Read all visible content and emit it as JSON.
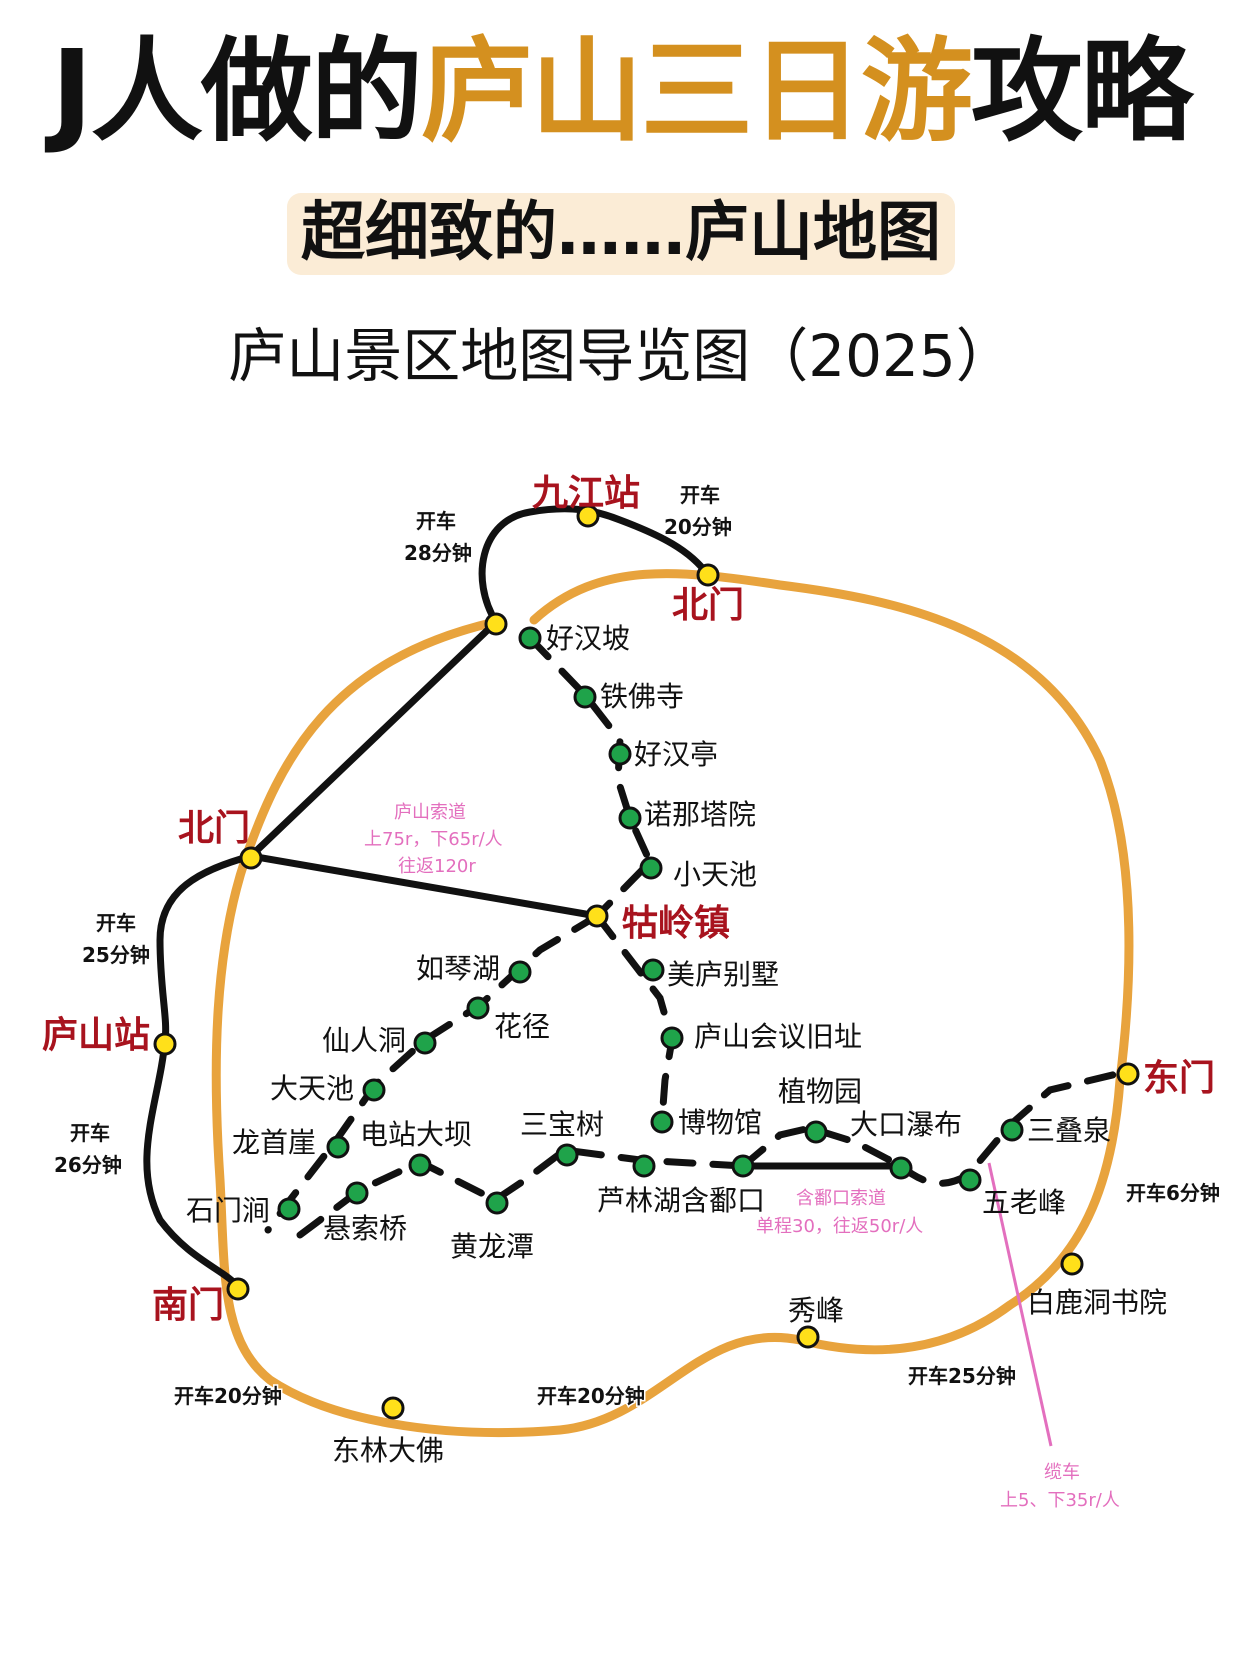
{
  "title": {
    "part1": "J人做的",
    "highlight": "庐山三日游",
    "part2": "攻略"
  },
  "subtitle": "超细致的……庐山地图",
  "heading": "庐山景区地图导览图（2025）",
  "colors": {
    "ring_road": "#e8a33d",
    "route": "#111111",
    "stop": "#1fa34a",
    "gate_node": "#ffe01a",
    "gate_text": "#a8131e",
    "cable": "#e36fbe"
  },
  "gates": {
    "jiujiang_station": "九江站",
    "north_gate_top": "北门",
    "north_gate_left": "北门",
    "lushan_station": "庐山站",
    "south_gate": "南门",
    "east_gate": "东门",
    "guling_town": "牯岭镇"
  },
  "spots": {
    "haohanpo": "好汉坡",
    "tiefosi": "铁佛寺",
    "haohanting": "好汉亭",
    "nuonatayuan": "诺那塔院",
    "xiaotianchi": "小天池",
    "meilu_villa": "美庐别墅",
    "conference_site": "庐山会议旧址",
    "museum": "博物馆",
    "botanical_garden": "植物园",
    "dakou_waterfall": "大口瀑布",
    "sandiequan": "三叠泉",
    "wulaofeng": "五老峰",
    "luquin_lake": "芦林湖含鄱口",
    "sanbaoshu": "三宝树",
    "huanglongtan": "黄龙潭",
    "xuansuoqiao": "悬索桥",
    "dianzhan_daba": "电站大坝",
    "shimenjian": "石门涧",
    "longshouya": "龙首崖",
    "datianchi": "大天池",
    "xianrendong": "仙人洞",
    "huajing": "花径",
    "ruqinhu": "如琴湖",
    "bailudong": "白鹿洞书院",
    "xiufeng": "秀峰",
    "donglin_buddha": "东林大佛"
  },
  "drive_times": {
    "jiujiang_left_1": "开车",
    "jiujiang_left_2": "28分钟",
    "jiujiang_right_1": "开车",
    "jiujiang_right_2": "20分钟",
    "station_upper_1": "开车",
    "station_upper_2": "25分钟",
    "station_lower_1": "开车",
    "station_lower_2": "26分钟",
    "east_6": "开车6分钟",
    "south_left_20": "开车20分钟",
    "south_mid_20": "开车20分钟",
    "southeast_25": "开车25分钟"
  },
  "cableways": {
    "lushan_ropeway": [
      "庐山索道",
      "上75r，下65r/人",
      "往返120r"
    ],
    "hanpokou_ropeway": [
      "含鄱口索道",
      "单程30，往返50r/人"
    ],
    "wulaofeng_cable": [
      "缆车",
      "上5、下35r/人"
    ]
  }
}
